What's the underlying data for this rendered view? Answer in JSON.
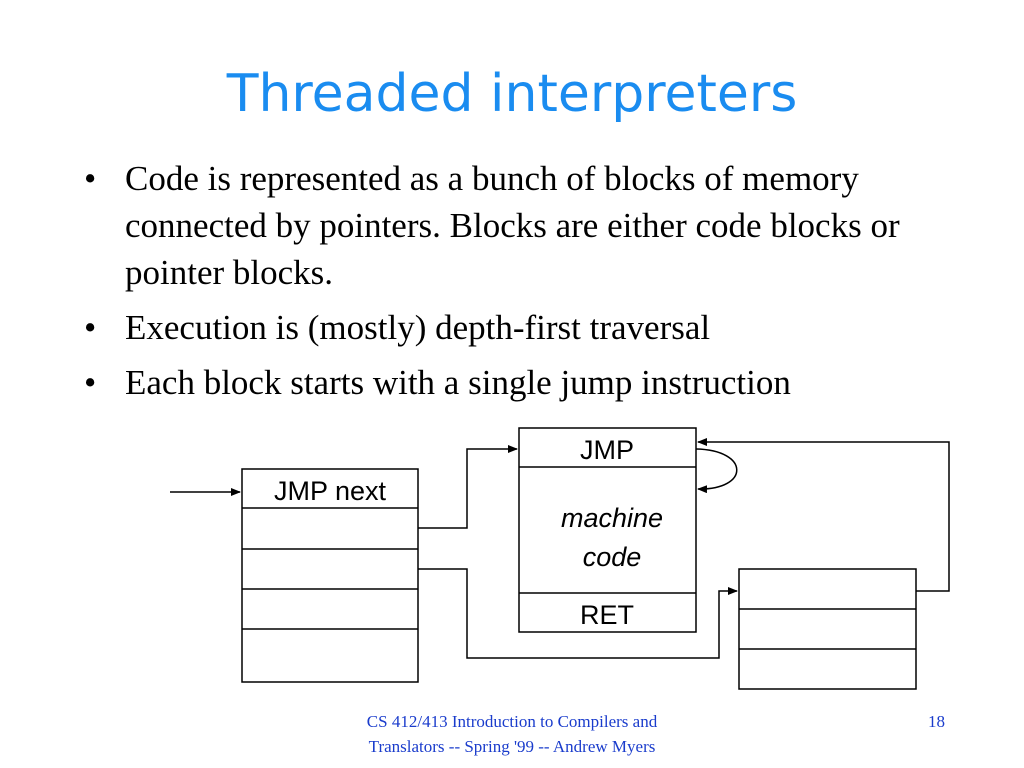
{
  "slide": {
    "title": "Threaded interpreters",
    "bullets": [
      "Code is represented as a bunch of blocks of memory connected by pointers. Blocks are either code blocks or pointer blocks.",
      "Execution is (mostly) depth-first traversal",
      "Each block starts with a single jump instruction"
    ],
    "bullet_marker": "•",
    "diagram": {
      "pointer_block_header": "JMP next",
      "code_block_header": "JMP",
      "code_block_body_line1": "machine",
      "code_block_body_line2": "code",
      "code_block_footer": "RET"
    },
    "footer": {
      "course": "CS 412/413 Introduction to Compilers and Translators -- Spring '99 -- Andrew Myers",
      "page_number": "18"
    }
  }
}
